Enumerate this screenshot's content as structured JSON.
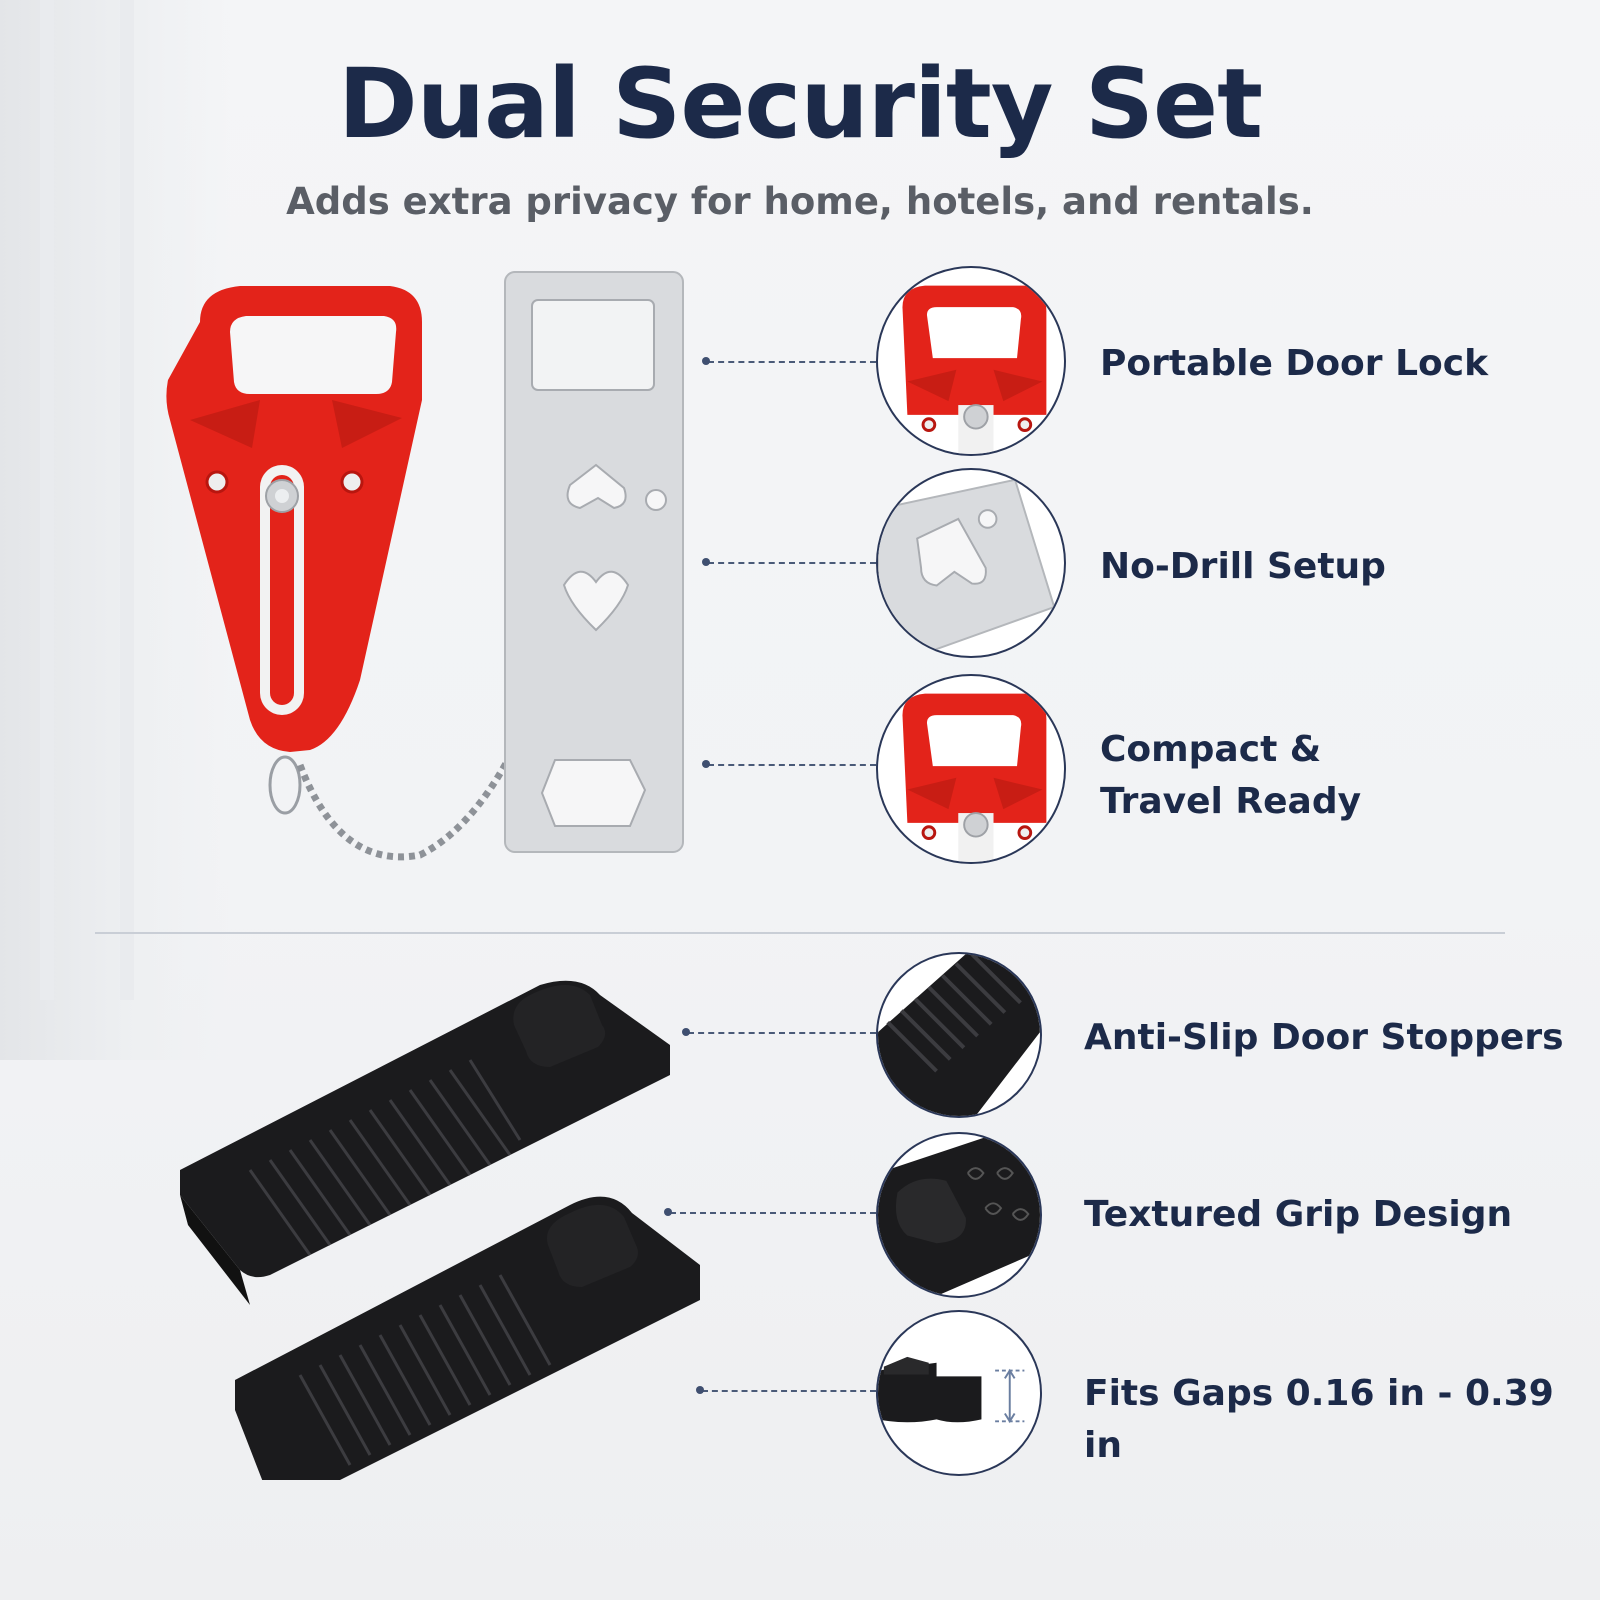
{
  "header": {
    "title": "Dual Security Set",
    "subtitle": "Adds extra privacy for home, hotels, and rentals."
  },
  "colors": {
    "navy": "#1c2a49",
    "lock_red": "#e3231a",
    "steel": "#d9dbde",
    "stopper_black": "#1b1b1d"
  },
  "upper_features": [
    {
      "label": "Portable Door Lock",
      "icon": "door-lock-handle-icon"
    },
    {
      "label": "No-Drill Setup",
      "icon": "steel-plate-icon"
    },
    {
      "label": "Compact &\nTravel Ready",
      "icon": "door-lock-handle-icon"
    }
  ],
  "lower_features": [
    {
      "label": "Anti-Slip Door Stoppers",
      "icon": "ridged-stopper-icon"
    },
    {
      "label": "Textured Grip Design",
      "icon": "stopper-grip-icon"
    },
    {
      "label": "Fits Gaps 0.16 in - 0.39 in",
      "icon": "stopper-profile-icon"
    }
  ]
}
